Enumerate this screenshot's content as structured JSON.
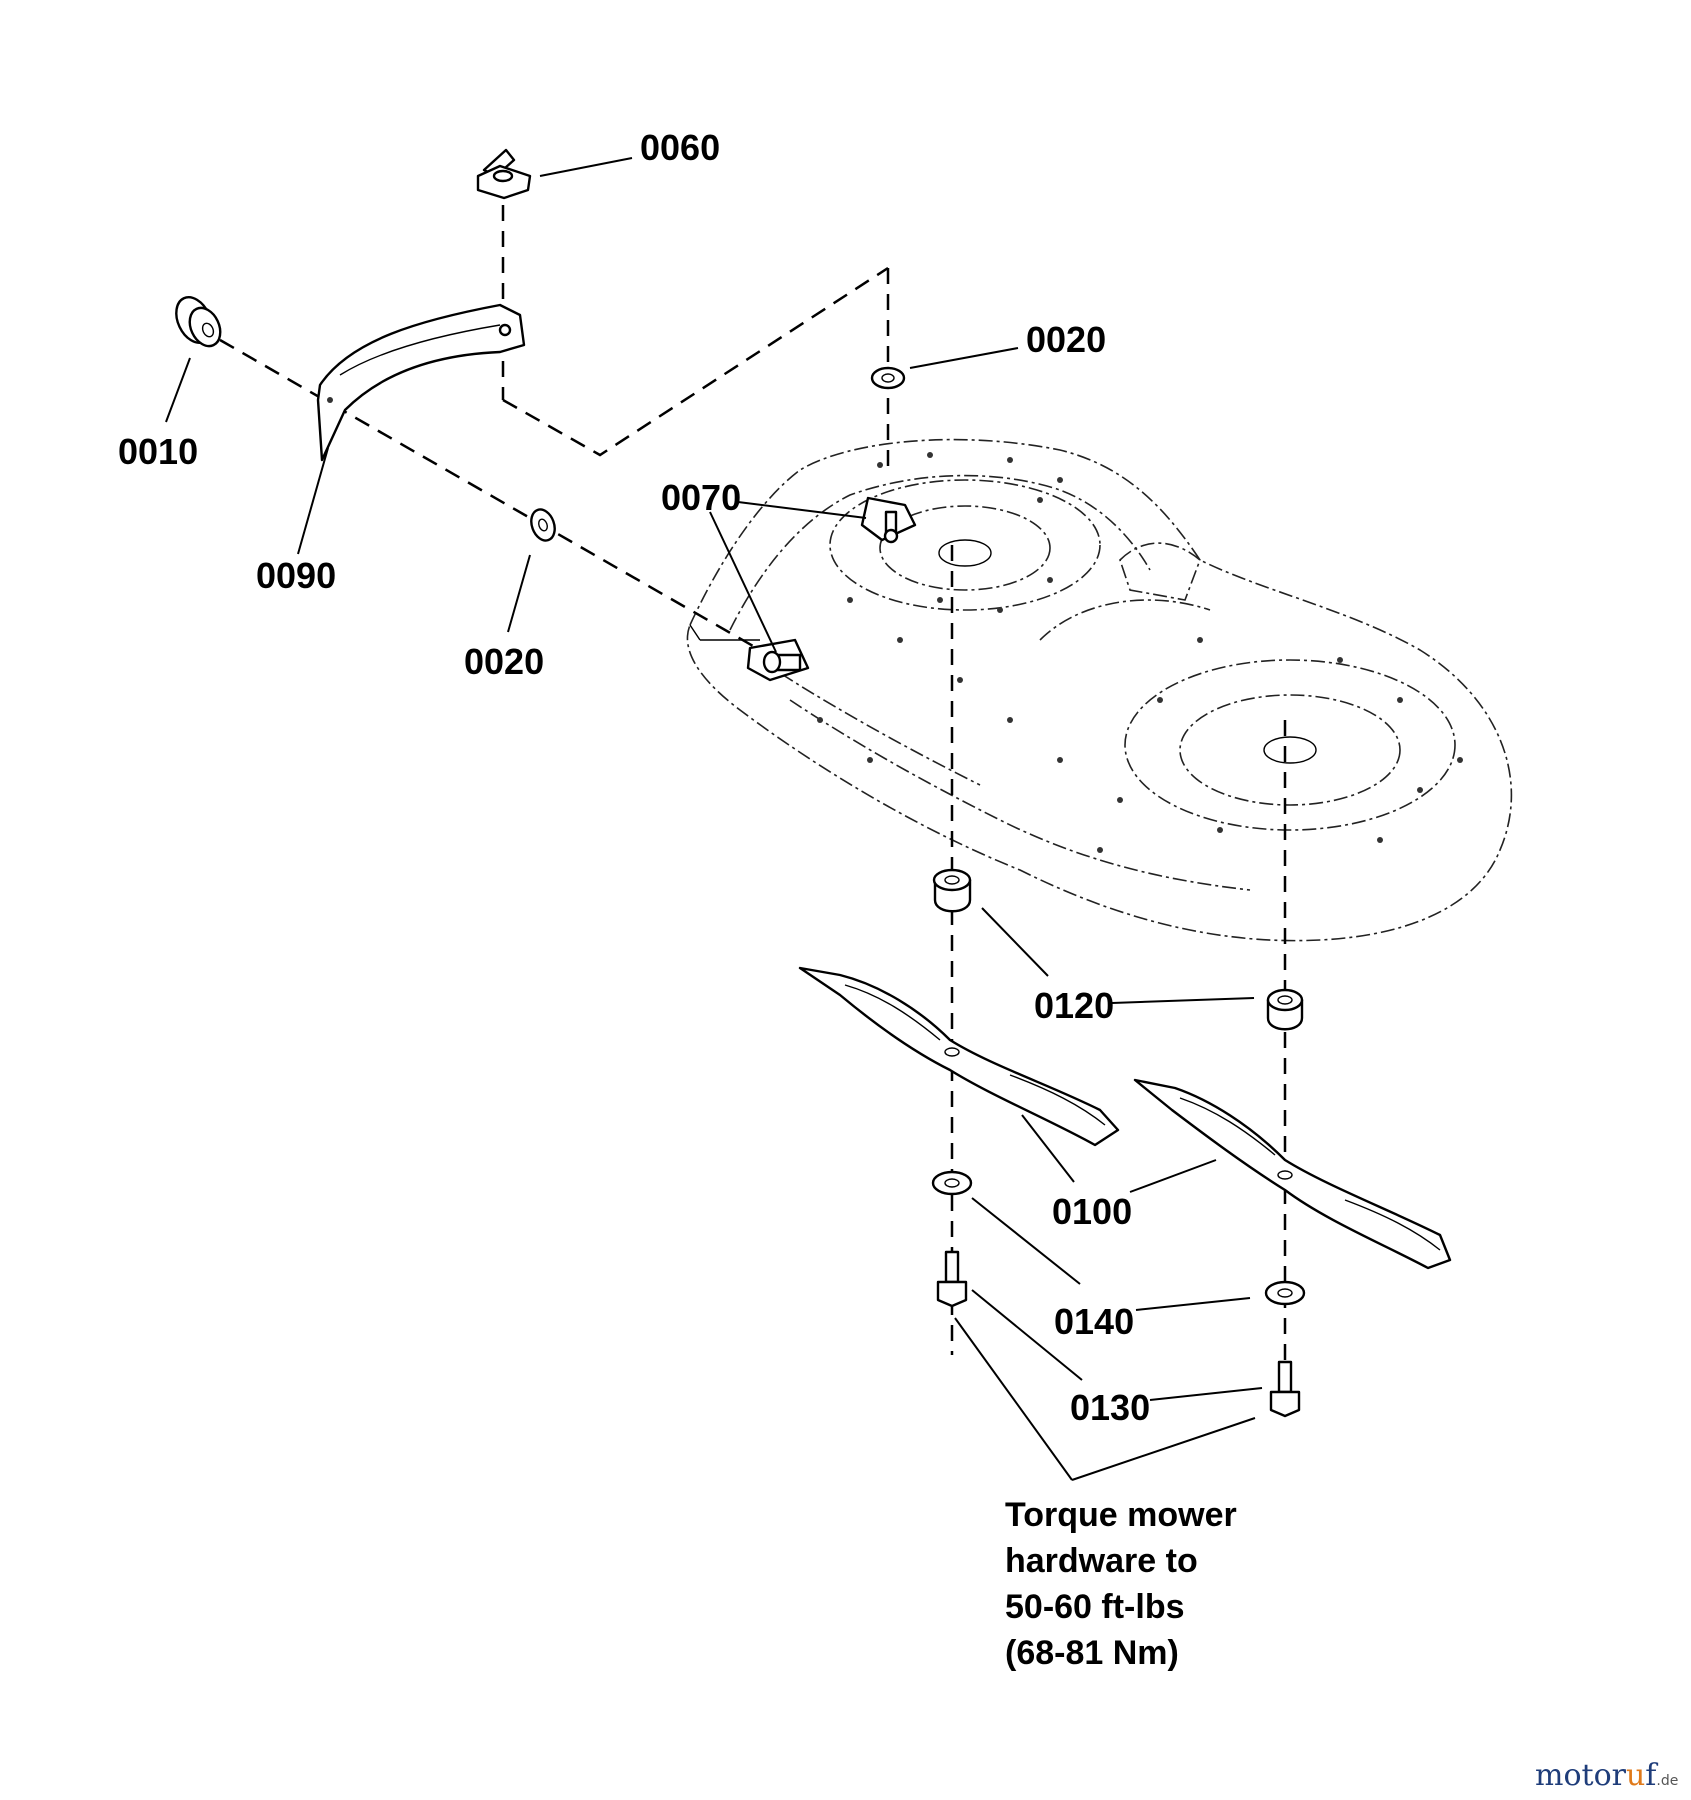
{
  "callouts": [
    {
      "id": "0060",
      "text": "0060"
    },
    {
      "id": "0020-top",
      "text": "0020"
    },
    {
      "id": "0010",
      "text": "0010"
    },
    {
      "id": "0090",
      "text": "0090"
    },
    {
      "id": "0070",
      "text": "0070"
    },
    {
      "id": "0020-left",
      "text": "0020"
    },
    {
      "id": "0120",
      "text": "0120"
    },
    {
      "id": "0100",
      "text": "0100"
    },
    {
      "id": "0140",
      "text": "0140"
    },
    {
      "id": "0130",
      "text": "0130"
    }
  ],
  "note": {
    "lines": [
      "Torque mower",
      "hardware to",
      "50-60 ft-lbs",
      "(68-81 Nm)"
    ]
  },
  "watermark": {
    "brand_a": "motor",
    "brand_b": "u",
    "brand_c": "f",
    "suffix": ".de"
  }
}
